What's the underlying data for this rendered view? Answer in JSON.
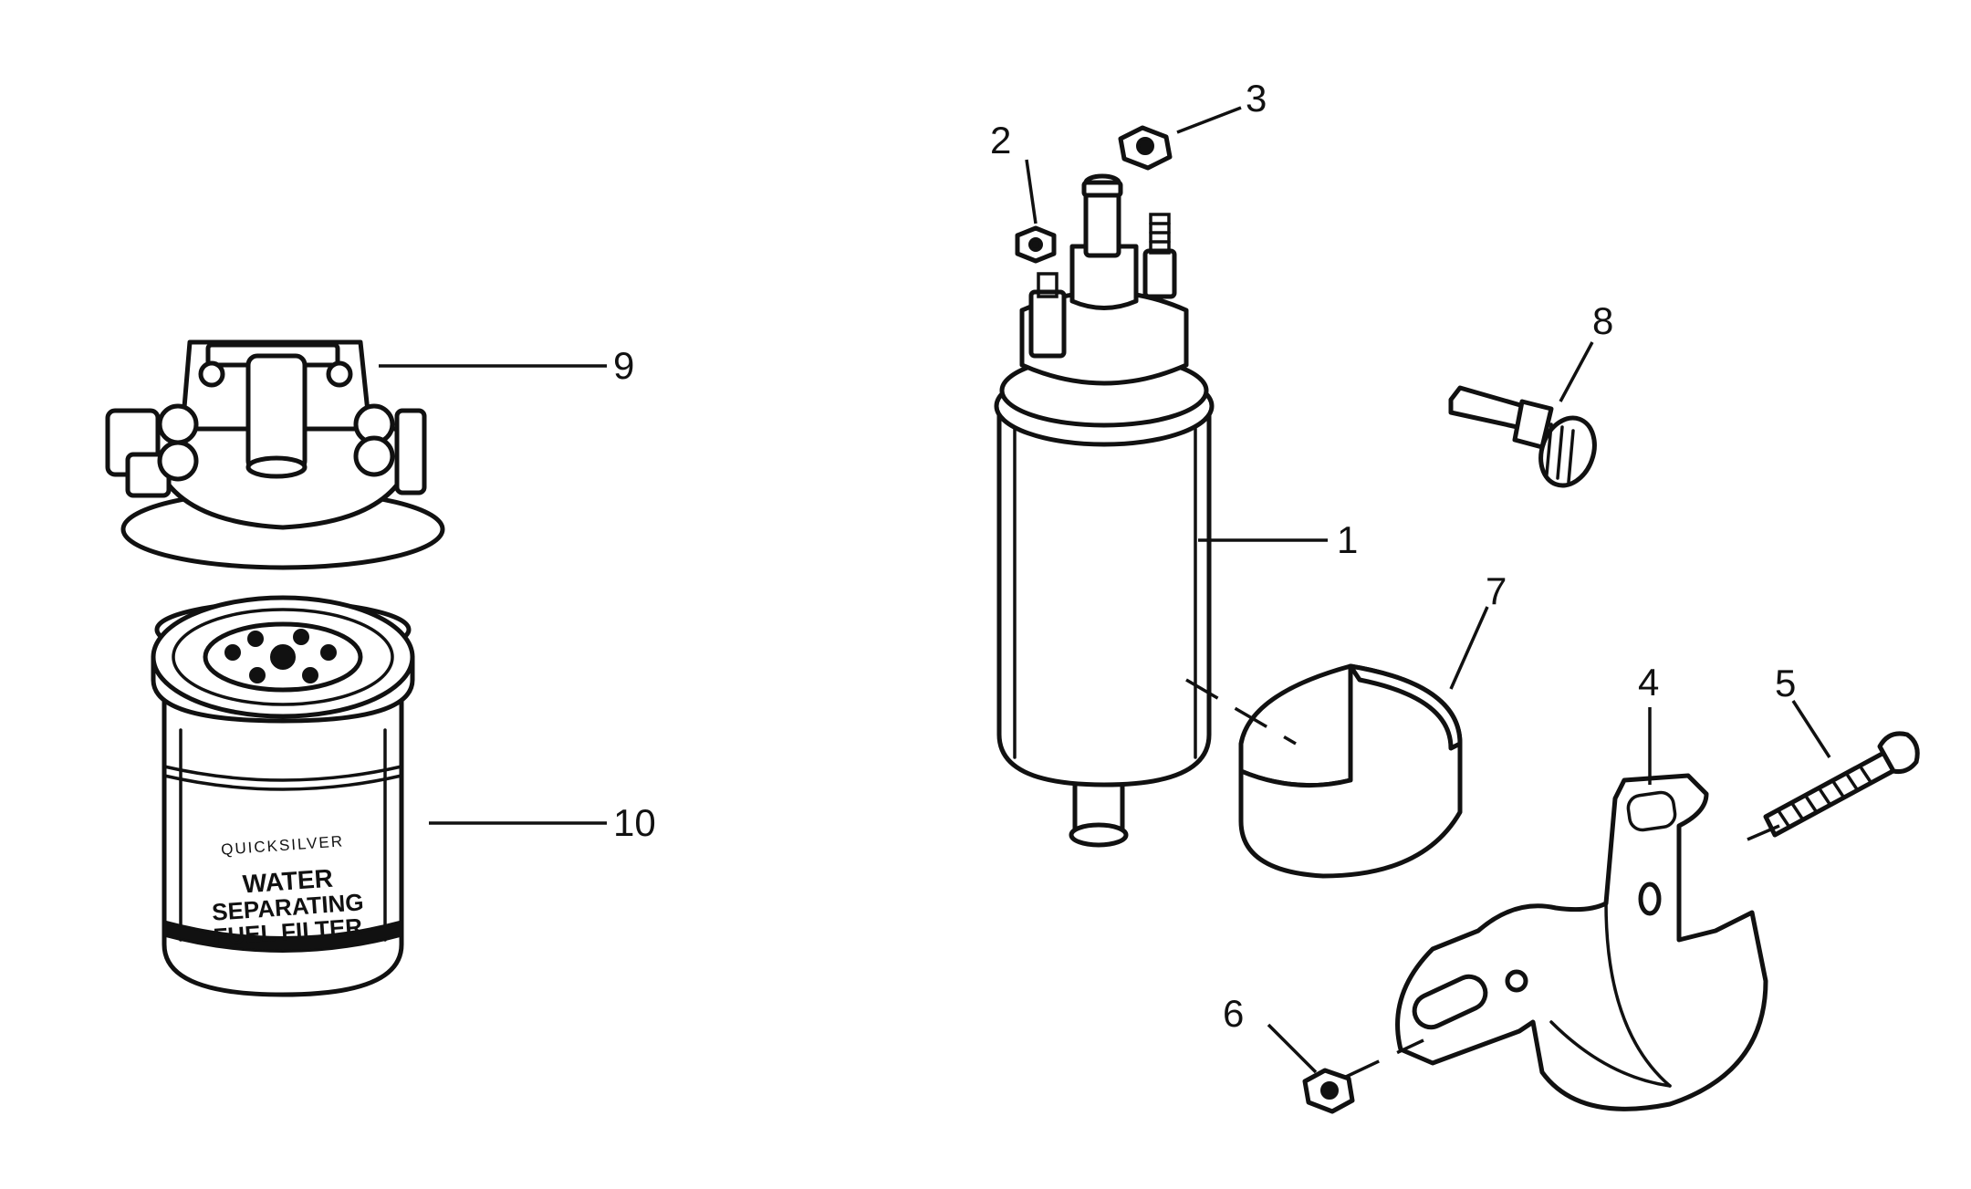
{
  "callouts": {
    "c1": "1",
    "c2": "2",
    "c3": "3",
    "c4": "4",
    "c5": "5",
    "c6": "6",
    "c7": "7",
    "c8": "8",
    "c9": "9",
    "c10": "10"
  },
  "filter_label": {
    "brand": "QUICKSILVER",
    "line1": "WATER",
    "line2": "SEPARATING",
    "line3": "FUEL FILTER"
  }
}
